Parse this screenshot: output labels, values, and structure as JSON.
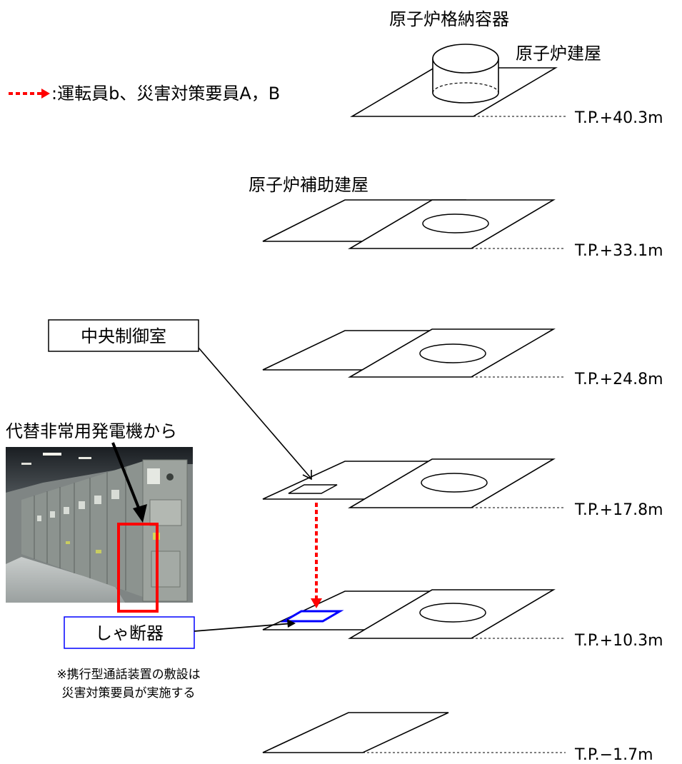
{
  "legend": {
    "text": ":運転員b、災害対策要員A，B",
    "marker_color": "#ff0000"
  },
  "buildings": {
    "containment": "原子炉格納容器",
    "reactor_building": "原子炉建屋",
    "auxiliary_building": "原子炉補助建屋"
  },
  "elevations": [
    "T.P.+40.3m",
    "T.P.+33.1m",
    "T.P.+24.8m",
    "T.P.+17.8m",
    "T.P.+10.3m",
    "T.P.−1.7m"
  ],
  "callouts": {
    "control_room": "中央制御室",
    "from_generator": "代替非常用発電機から",
    "breaker": "しゃ断器"
  },
  "note": {
    "line1": "※携行型通話装置の敷設は",
    "line2": "災害対策要員が実施する"
  },
  "colors": {
    "route": "#ff0000",
    "breaker_box": "#0000ff",
    "photo_highlight": "#ff0000"
  }
}
